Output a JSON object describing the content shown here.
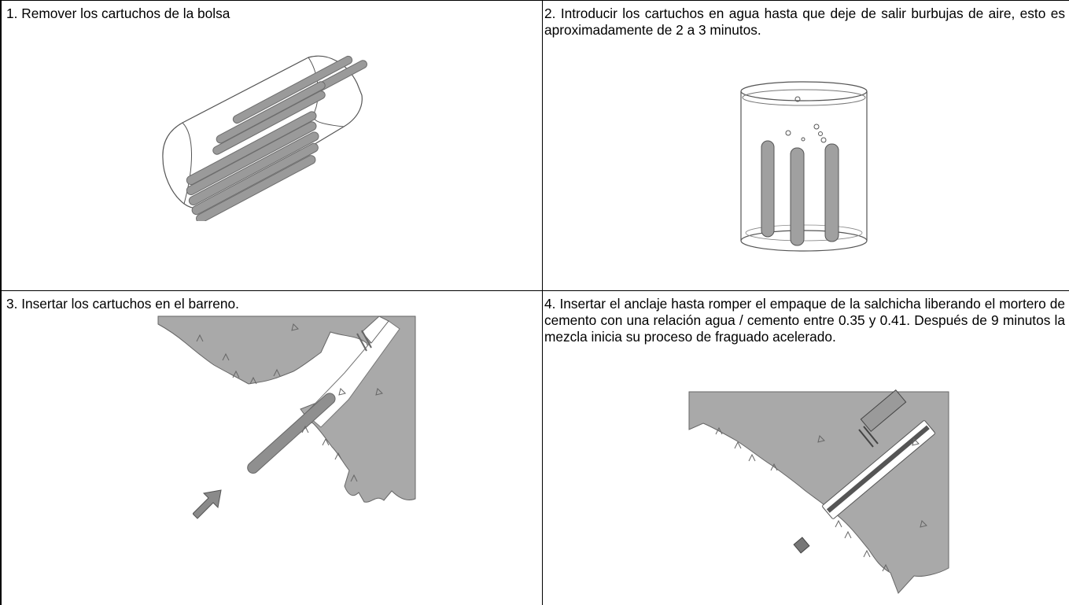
{
  "steps": [
    {
      "number": "1.",
      "text": "Remover los cartuchos de la bolsa"
    },
    {
      "number": "2.",
      "text": "Introducir los cartuchos en agua hasta que deje de salir burbujas de aire, esto es aproximadamente de 2 a 3 minutos."
    },
    {
      "number": "3.",
      "text": "Insertar los cartuchos en el barreno."
    },
    {
      "number": "4.",
      "text": "Insertar el anclaje hasta romper el empaque de la salchicha liberando el mortero de cemento con una relación agua / cemento entre 0.35 y 0.41.  Después de 9 minutos la mezcla inicia su proceso de fraguado acelerado."
    }
  ],
  "colors": {
    "border": "#000000",
    "cartridge": "#9a9a9a",
    "rock": "#a9a9a9",
    "outline": "#555555"
  },
  "icons": [
    "bag-of-cartridges-illustration",
    "water-beaker-illustration",
    "borehole-insertion-illustration",
    "anchor-insertion-illustration",
    "direction-arrow-icon"
  ]
}
